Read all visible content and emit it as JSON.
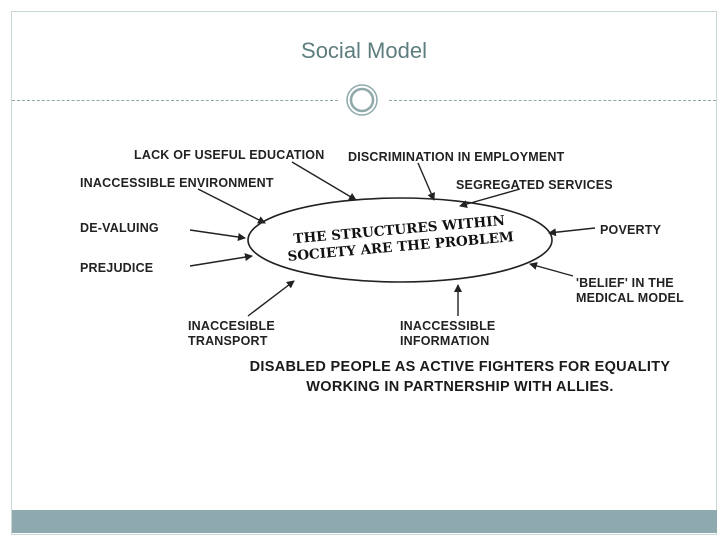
{
  "slide": {
    "title": "Social Model",
    "colors": {
      "accent": "#5e7d7f",
      "bar": "#8faaae",
      "line": "#8fa9aa"
    }
  },
  "diagram": {
    "center": {
      "line1": "THE STRUCTURES WITHIN",
      "line2": "SOCIETY ARE THE PROBLEM"
    },
    "labels": {
      "lack_of_useful_education": "LACK OF USEFUL EDUCATION",
      "discrimination_in_employment": "DISCRIMINATION IN EMPLOYMENT",
      "inaccessible_environment": "INACCESSIBLE ENVIRONMENT",
      "segregated_services": "SEGREGATED SERVICES",
      "de_valuing": "DE-VALUING",
      "poverty": "POVERTY",
      "prejudice": "PREJUDICE",
      "belief_medical_model_line1": "'BELIEF' IN THE",
      "belief_medical_model_line2": "MEDICAL MODEL",
      "inaccessible_transport_line1": "INACCESIBLE",
      "inaccessible_transport_line2": "TRANSPORT",
      "inaccessible_information_line1": "INACCESSIBLE",
      "inaccessible_information_line2": "INFORMATION"
    },
    "tagline": {
      "line1": "DISABLED PEOPLE AS ACTIVE FIGHTERS FOR EQUALITY",
      "line2": "WORKING IN PARTNERSHIP WITH ALLIES."
    }
  }
}
